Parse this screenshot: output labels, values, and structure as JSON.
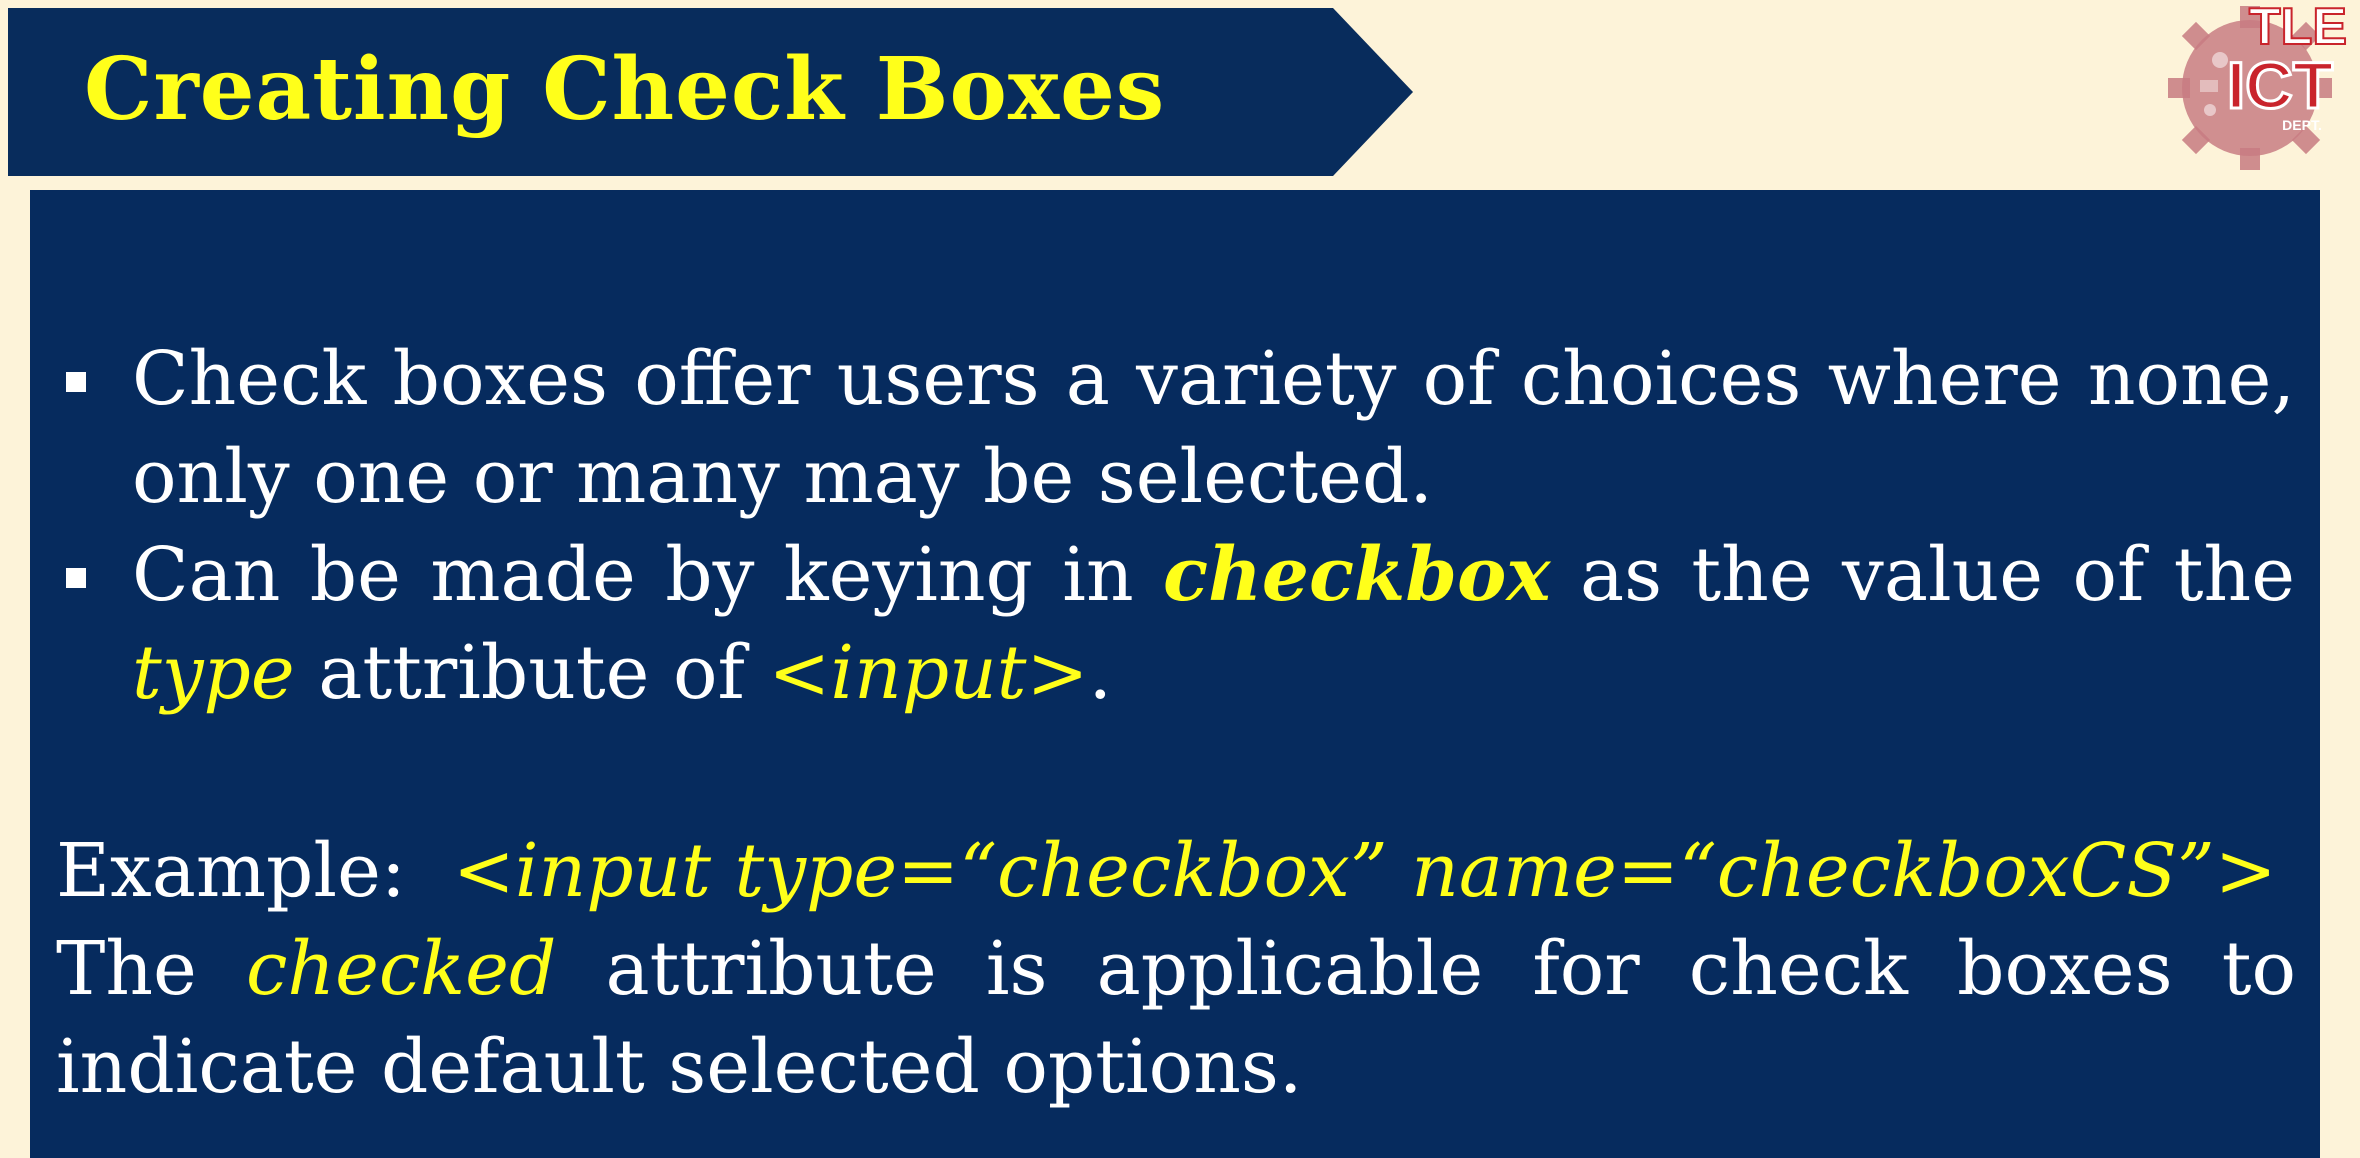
{
  "title": "Creating Check Boxes",
  "logo": {
    "top": "TLE",
    "main": "ICT",
    "sub": "DEPT."
  },
  "bullets": [
    {
      "text": "Check boxes offer users a variety of choices where none, only one or many may be selected."
    },
    {
      "p1": "Can be made by keying in ",
      "k1": "checkbox",
      "p2": " as the value of the ",
      "k2": "type",
      "p3": " attribute of ",
      "k3": "<input>",
      "p4": "."
    }
  ],
  "example": {
    "label": "Example:",
    "code": "<input type=“checkbox” name=“checkboxCS”>"
  },
  "note": {
    "p1": "The ",
    "k1": "checked",
    "p2": " attribute is applicable for check boxes to indicate default selected options."
  },
  "colors": {
    "navy": "#082c5c",
    "yellow": "#ffff1a",
    "background": "#fdf3d9",
    "logo": "#c9242c"
  }
}
